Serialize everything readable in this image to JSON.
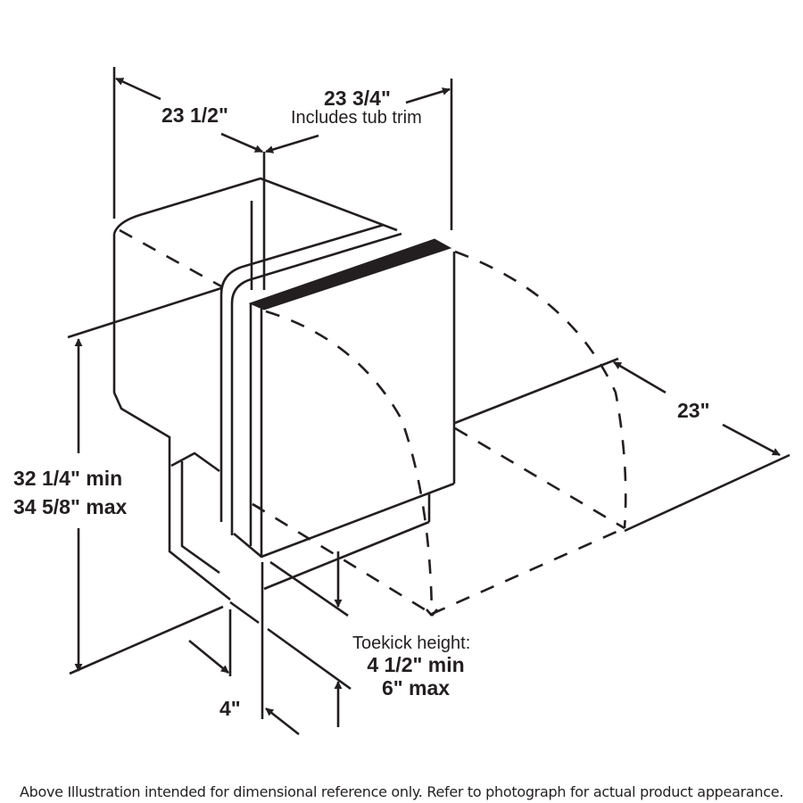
{
  "diagram": {
    "title": "Built-in dishwasher dimensional diagram",
    "line_color": "#231f20",
    "background": "#ffffff"
  },
  "dimensions": {
    "depth_top": {
      "value": "23 1/2\""
    },
    "width_top": {
      "value": "23 3/4\"",
      "note": "Includes tub trim"
    },
    "height": {
      "min": "32 1/4\" min",
      "max": "34 5/8\" max"
    },
    "door_swing": {
      "value": "23\""
    },
    "toekick_depth": {
      "value": "4\""
    },
    "toekick_height": {
      "label": "Toekick height:",
      "min": "4 1/2\" min",
      "max": "6\" max"
    }
  },
  "footnote": "Above Illustration intended for dimensional reference only. Refer to photograph for actual product appearance."
}
